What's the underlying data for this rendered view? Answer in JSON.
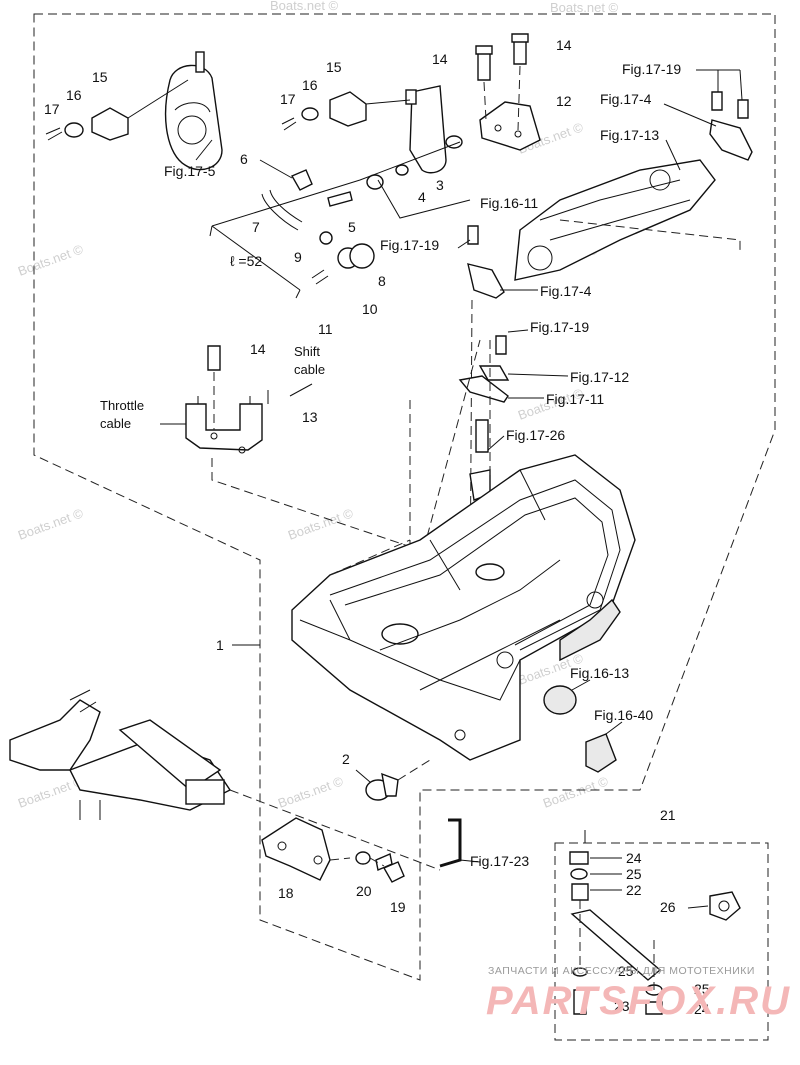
{
  "watermark": "Boats.net ©",
  "brand": {
    "tagline": "ЗАПЧАСТИ И АКСЕССУАРЫ ДЛЯ МОТОТЕХНИКИ",
    "logo": "PARTSFOX.RU"
  },
  "callouts": {
    "p1": "1",
    "p2": "2",
    "p3": "3",
    "p4": "4",
    "p5": "5",
    "p6": "6",
    "p7": "7",
    "p8": "8",
    "p9": "9",
    "p10": "10",
    "p11": "11",
    "p12": "12",
    "p13": "13",
    "p14a": "14",
    "p14b": "14",
    "p14c": "14",
    "p15a": "15",
    "p15b": "15",
    "p16a": "16",
    "p16b": "16",
    "p17a": "17",
    "p17b": "17",
    "p18": "18",
    "p19": "19",
    "p20": "20",
    "p21": "21",
    "p22": "22",
    "p23a": "23",
    "p24a": "24",
    "p24b": "24",
    "p25a": "25",
    "p25b": "25",
    "p25c": "25",
    "p26": "26"
  },
  "figure_refs": {
    "f17_5": "Fig.17-5",
    "f16_11": "Fig.16-11",
    "f17_19a": "Fig.17-19",
    "f17_4a": "Fig.17-4",
    "f17_13": "Fig.17-13",
    "f17_19b": "Fig.17-19",
    "f17_4b": "Fig.17-4",
    "f17_19c": "Fig.17-19",
    "f17_12": "Fig.17-12",
    "f17_11": "Fig.17-11",
    "f17_26": "Fig.17-26",
    "f16_13": "Fig.16-13",
    "f16_40": "Fig.16-40",
    "f17_23": "Fig.17-23"
  },
  "annotations": {
    "length": "ℓ =52",
    "throttle_line1": "Throttle",
    "throttle_line2": "cable",
    "shift_line1": "Shift",
    "shift_line2": "cable"
  }
}
